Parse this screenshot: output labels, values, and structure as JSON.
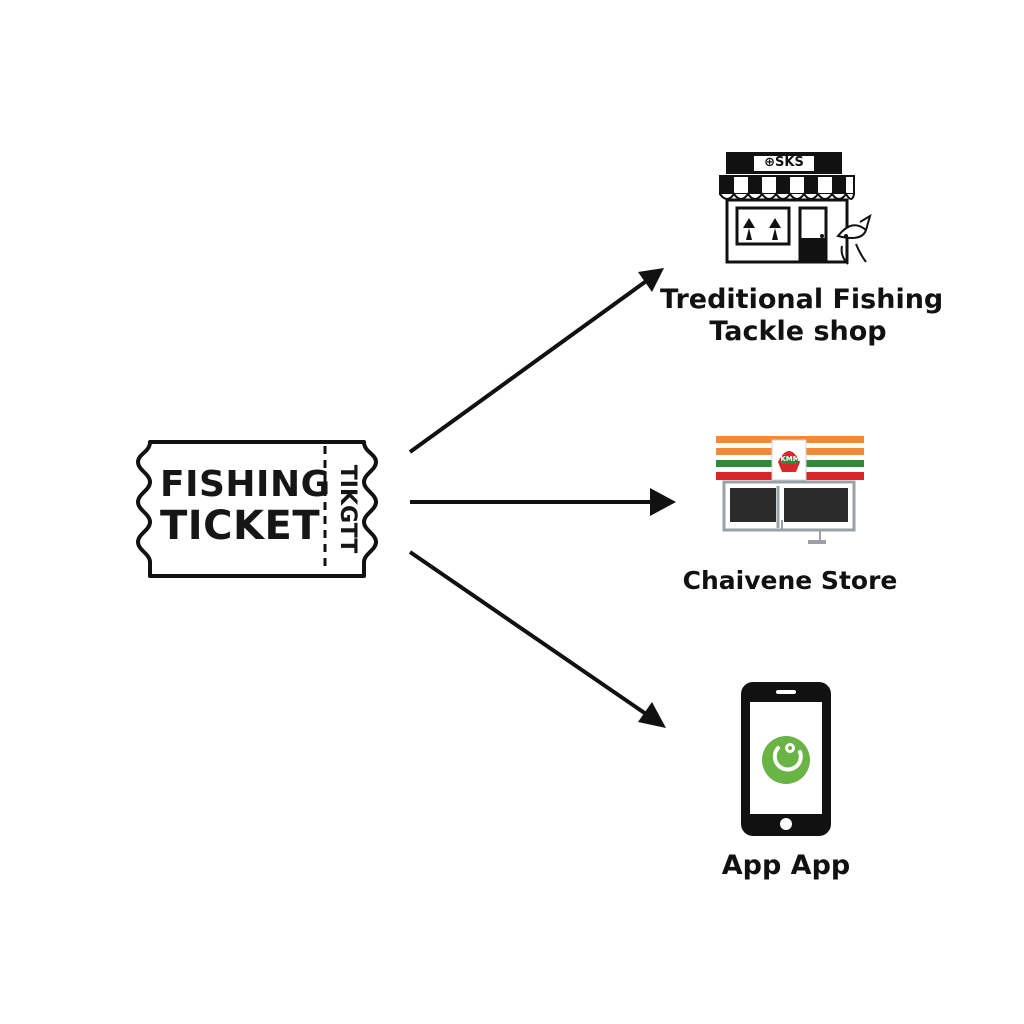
{
  "ticket": {
    "line1": "FISHING",
    "line2": "TICKET",
    "stub_text": "TIKGTT"
  },
  "destinations": [
    {
      "label_line1": "Treditional Fishing",
      "label_line2": "Tackle shop",
      "sign_text": "⊕SKS"
    },
    {
      "label": "Chaivene Store",
      "sign_text": "KMM"
    },
    {
      "label": "App App"
    }
  ],
  "colors": {
    "ink": "#111111",
    "stripe_orange": "#f08a3a",
    "stripe_green": "#2f8a3a",
    "stripe_red": "#d8262a",
    "app_green": "#6ab345"
  }
}
